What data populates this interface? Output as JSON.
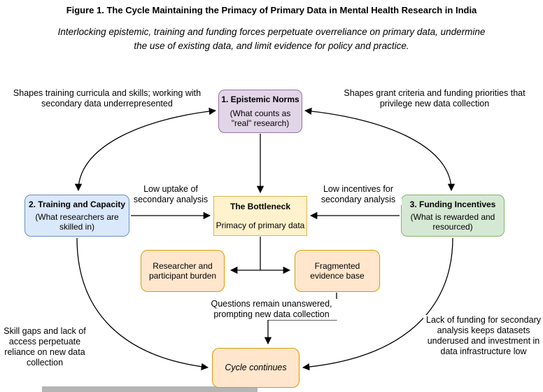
{
  "header": {
    "title": "Figure 1. The Cycle Maintaining the Primacy of Primary Data in Mental Health Research in India",
    "subtitle": "Interlocking epistemic, training and funding forces perpetuate overreliance on primary data, undermine the use of existing data, and limit evidence for policy and practice."
  },
  "nodes": {
    "epistemic_norms": {
      "title": "1. Epistemic Norms",
      "subtitle": "(What counts as \"real\" research)"
    },
    "training_capacity": {
      "title": "2. Training and Capacity",
      "subtitle": "(What researchers are skilled in)"
    },
    "funding_incentives": {
      "title": "3. Funding Incentives",
      "subtitle": "(What is rewarded and resourced)"
    },
    "bottleneck": {
      "title": "The Bottleneck",
      "subtitle": "Primacy of primary data"
    },
    "researcher_burden": {
      "label": "Researcher and participant burden"
    },
    "fragmented_evidence": {
      "label": "Fragmented evidence base"
    },
    "cycle_continues": {
      "label": "Cycle continues"
    }
  },
  "edge_labels": {
    "epistemic_to_training": "Shapes training curricula and skills; working with secondary data underrepresented",
    "epistemic_to_funding": "Shapes grant criteria and funding priorities that privilege new data collection",
    "training_to_bottleneck": "Low uptake of secondary analysis",
    "funding_to_bottleneck": "Low incentives for secondary analysis",
    "fragmented_to_cycle": "Questions remain unanswered, prompting new data collection",
    "training_to_cycle": "Skill gaps and lack of access perpetuate reliance on new data collection",
    "funding_to_cycle": "Lack of funding for secondary analysis keeps datasets underused and investment in data infrastructure low"
  },
  "colors": {
    "epistemic_fill": "#E1D5E7",
    "epistemic_stroke": "#9673A6",
    "training_fill": "#DAE8FC",
    "training_stroke": "#6C8EBF",
    "funding_fill": "#D5E8D4",
    "funding_stroke": "#82B366",
    "bottleneck_fill": "#FFF2CC",
    "bottleneck_stroke": "#D6B656",
    "orange_fill": "#FFE6CC",
    "orange_stroke": "#D79B00",
    "arrow": "#000000"
  }
}
